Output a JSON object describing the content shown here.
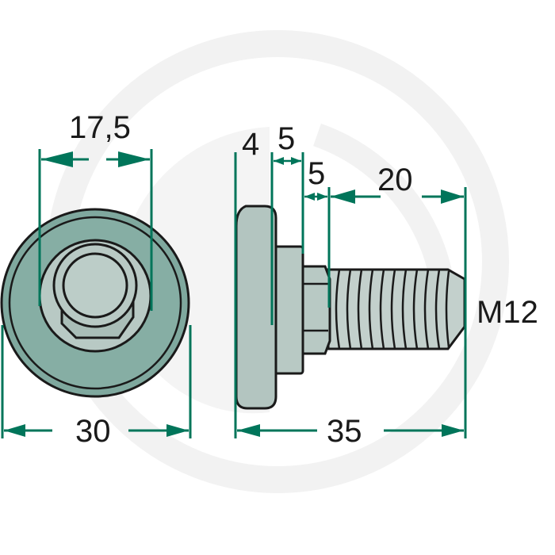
{
  "diagram": {
    "subject": "Bolt with washer head",
    "views": [
      "front-view",
      "side-view"
    ],
    "colors": {
      "dimension_line": "#00755a",
      "outline": "#1a1a1a",
      "washer_fill": "#7fa89e",
      "washer_fill_light": "#8fb5ab",
      "head_fill": "#b8c9c4",
      "thread_fill": "#c3d0cc",
      "watermark": "#f2f2f2",
      "background": "#ffffff"
    },
    "front_view": {
      "dimensions": {
        "hex_width": "17,5",
        "washer_diameter": "30"
      }
    },
    "side_view": {
      "dimensions": {
        "washer_thickness": "4",
        "collar_thickness": "5",
        "hex_height": "5",
        "thread_length": "20",
        "total_length": "35",
        "thread_size": "M12"
      }
    }
  }
}
